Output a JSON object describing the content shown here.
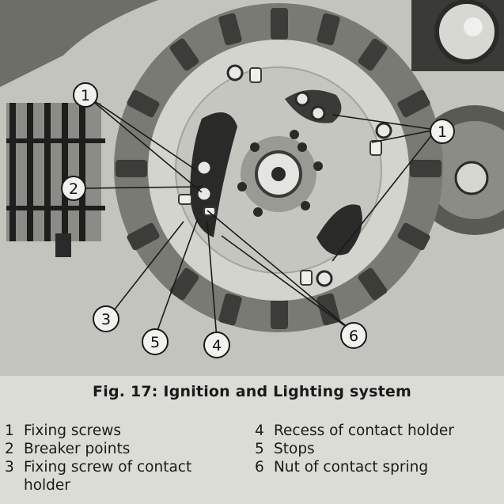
{
  "figure": {
    "caption": "Fig. 17: Ignition and Lighting system",
    "callouts": [
      {
        "id": "1a",
        "number": "1"
      },
      {
        "id": "1b",
        "number": "1"
      },
      {
        "id": "2",
        "number": "2"
      },
      {
        "id": "3",
        "number": "3"
      },
      {
        "id": "5",
        "number": "5"
      },
      {
        "id": "4",
        "number": "4"
      },
      {
        "id": "6",
        "number": "6"
      }
    ]
  },
  "legend": {
    "left": [
      {
        "number": "1",
        "text": "Fixing screws"
      },
      {
        "number": "2",
        "text": "Breaker points"
      },
      {
        "number": "3",
        "text": "Fixing screw of contact holder"
      }
    ],
    "right": [
      {
        "number": "4",
        "text": "Recess of contact holder"
      },
      {
        "number": "5",
        "text": "Stops"
      },
      {
        "number": "6",
        "text": "Nut of contact spring"
      }
    ]
  },
  "colors": {
    "background": "#dcdcd6",
    "photo_dark": "#2a2a28",
    "photo_mid": "#8c8c86",
    "photo_light": "#c8c8c2"
  }
}
